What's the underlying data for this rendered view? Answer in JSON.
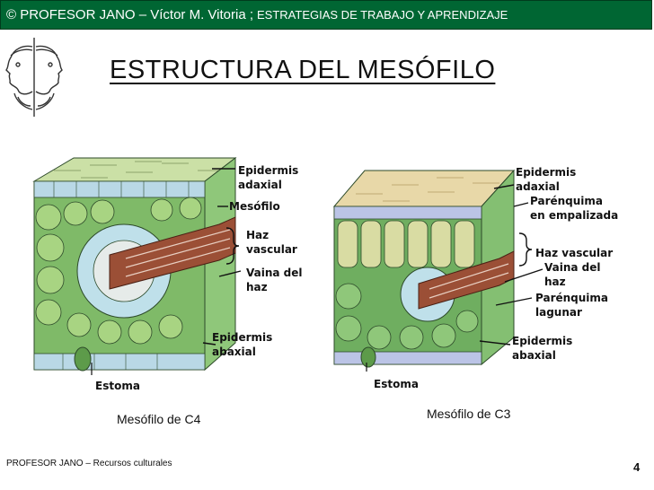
{
  "header": {
    "copyright": "© PROFESOR JANO – Víctor M. Vitoria ;",
    "subtitle": "ESTRATEGIAS DE TRABAJO Y APRENDIZAJE"
  },
  "logo": {
    "icon": "janus-head-icon"
  },
  "title": "ESTRUCTURA DEL MESÓFILO",
  "figure_c4": {
    "labels": {
      "epidermis_adaxial_1": "Epidermis",
      "epidermis_adaxial_2": "adaxial",
      "mesofilo": "Mesófilo",
      "haz_1": "Haz",
      "haz_2": "vascular",
      "vaina_1": "Vaina del",
      "vaina_2": "haz",
      "epidermis_abaxial_1": "Epidermis",
      "epidermis_abaxial_2": "abaxial",
      "estoma": "Estoma"
    },
    "caption": "Mesófilo de C4"
  },
  "figure_c3": {
    "labels": {
      "epidermis_adaxial_1": "Epidermis",
      "epidermis_adaxial_2": "adaxial",
      "parenquima_empalizada_1": "Parénquima",
      "parenquima_empalizada_2": "en empalizada",
      "haz_vascular": "Haz vascular",
      "vaina_1": "Vaina del",
      "vaina_2": "haz",
      "parenquima_lagunar_1": "Parénquima",
      "parenquima_lagunar_2": "lagunar",
      "epidermis_abaxial_1": "Epidermis",
      "epidermis_abaxial_2": "abaxial",
      "estoma": "Estoma"
    },
    "caption": "Mesófilo de C3"
  },
  "footer": "PROFESOR JANO – Recursos culturales",
  "page_number": "4",
  "colors": {
    "header_bg": "#006633",
    "epidermis_top": "#cbe0a6",
    "epidermis_side": "#b9d8e6",
    "mesophyll": "#7fba68",
    "palisade": "#d9dca3",
    "bundle": "#9b4f36",
    "c3_epidermis": "#bbc4e6"
  }
}
